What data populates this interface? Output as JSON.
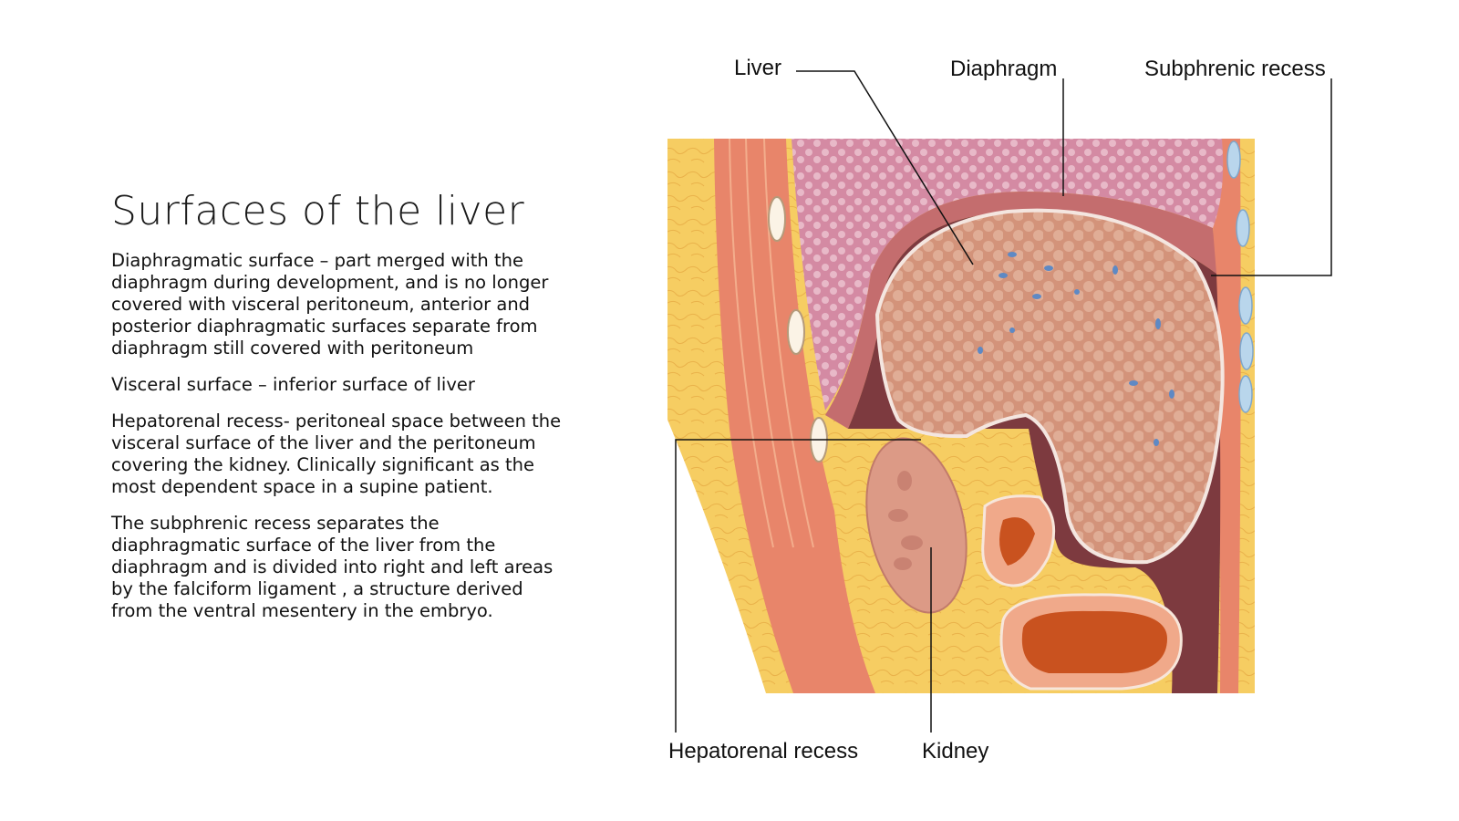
{
  "slide": {
    "title": "Surfaces of the liver",
    "paragraphs": [
      "Diaphragmatic surface – part merged with the diaphragm during development, and is no longer covered with visceral peritoneum, anterior and posterior diaphragmatic surfaces separate from diaphragm still covered with peritoneum",
      "Visceral surface – inferior surface of liver",
      "Hepatorenal recess- peritoneal space between the visceral surface of the liver and the peritoneum covering the kidney. Clinically significant as the most dependent space in a supine patient.",
      "The subphrenic recess separates the diaphragmatic surface of the liver from the diaphragm and is divided into right and left areas by the falciform ligament , a structure derived from the ventral mesentery in the embryo."
    ]
  },
  "diagram": {
    "labels": {
      "liver": "Liver",
      "diaphragm": "Diaphragm",
      "subphrenic_recess": "Subphrenic recess",
      "hepatorenal_recess": "Hepatorenal recess",
      "kidney": "Kidney"
    },
    "colors": {
      "fat": "#f5c85a",
      "muscle": "#e8856a",
      "lung": "#d89aae",
      "liver": "#d99a80",
      "peritoneal_cavity": "#7d3a3f",
      "kidney": "#dc9a86",
      "bowel_wall": "#e88e6e",
      "bowel_lumen": "#c9521f",
      "vessel": "#5e89c4"
    }
  }
}
